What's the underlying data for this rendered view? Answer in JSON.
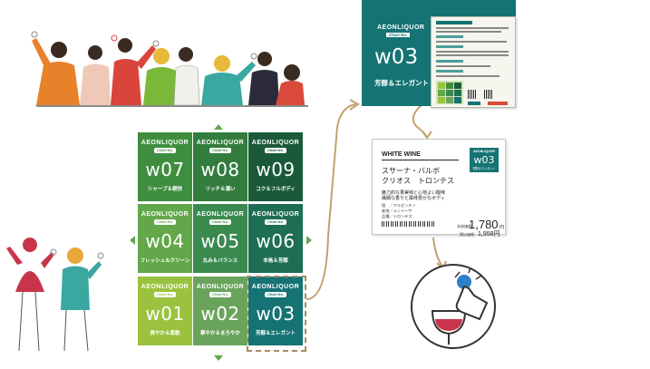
{
  "colors": {
    "w07": "#3f8e3f",
    "w08": "#327d3d",
    "w09": "#1a5a3a",
    "w04": "#62a84a",
    "w05": "#3a8a50",
    "w06": "#1e6e54",
    "w01": "#9bc23e",
    "w02": "#6aa45c",
    "w03": "#157373",
    "arrow": "#c3a16e",
    "dash": "#a88c5e"
  },
  "brand": "AEONLIQUOR",
  "chart_no": "Chart No.",
  "grid": [
    {
      "key": "w07",
      "code": "w07",
      "desc": "シャープ＆軽快"
    },
    {
      "key": "w08",
      "code": "w08",
      "desc": "リッチ＆濃い"
    },
    {
      "key": "w09",
      "code": "w09",
      "desc": "コク＆フルボディ"
    },
    {
      "key": "w04",
      "code": "w04",
      "desc": "フレッシュ＆クリーン"
    },
    {
      "key": "w05",
      "code": "w05",
      "desc": "丸み＆バランス"
    },
    {
      "key": "w06",
      "code": "w06",
      "desc": "本格＆芳醇"
    },
    {
      "key": "w01",
      "code": "w01",
      "desc": "爽やか＆柔軟"
    },
    {
      "key": "w02",
      "code": "w02",
      "desc": "華やか＆まろやか"
    },
    {
      "key": "w03",
      "code": "w03",
      "desc": "芳醇＆エレガント"
    }
  ],
  "poster": {
    "code": "w03",
    "desc": "芳醇＆エレガント"
  },
  "price_tag": {
    "header": "WHITE WINE",
    "name_line1": "スサーナ・バルボ",
    "name_line2": "クリオス　トロンテス",
    "description_line1": "魅力的な果実味と心地よい酸味",
    "description_line2": "繊細な香りと風味豊かなボディ",
    "origin": "国　／アルゼンチン",
    "region": "産地／メンドーサ",
    "grape": "品種／トロンテス",
    "badge_code": "w03",
    "badge_desc": "芳醇＆エレガント",
    "price": "1,780",
    "price_unit": "円",
    "price_note": "本体価格",
    "price_tax_note": "税込価格",
    "price_tax": "1,958円"
  },
  "icons": [
    "cheering-people-illustration",
    "couple-toasting-illustration",
    "tap-wine-glass-icon"
  ]
}
